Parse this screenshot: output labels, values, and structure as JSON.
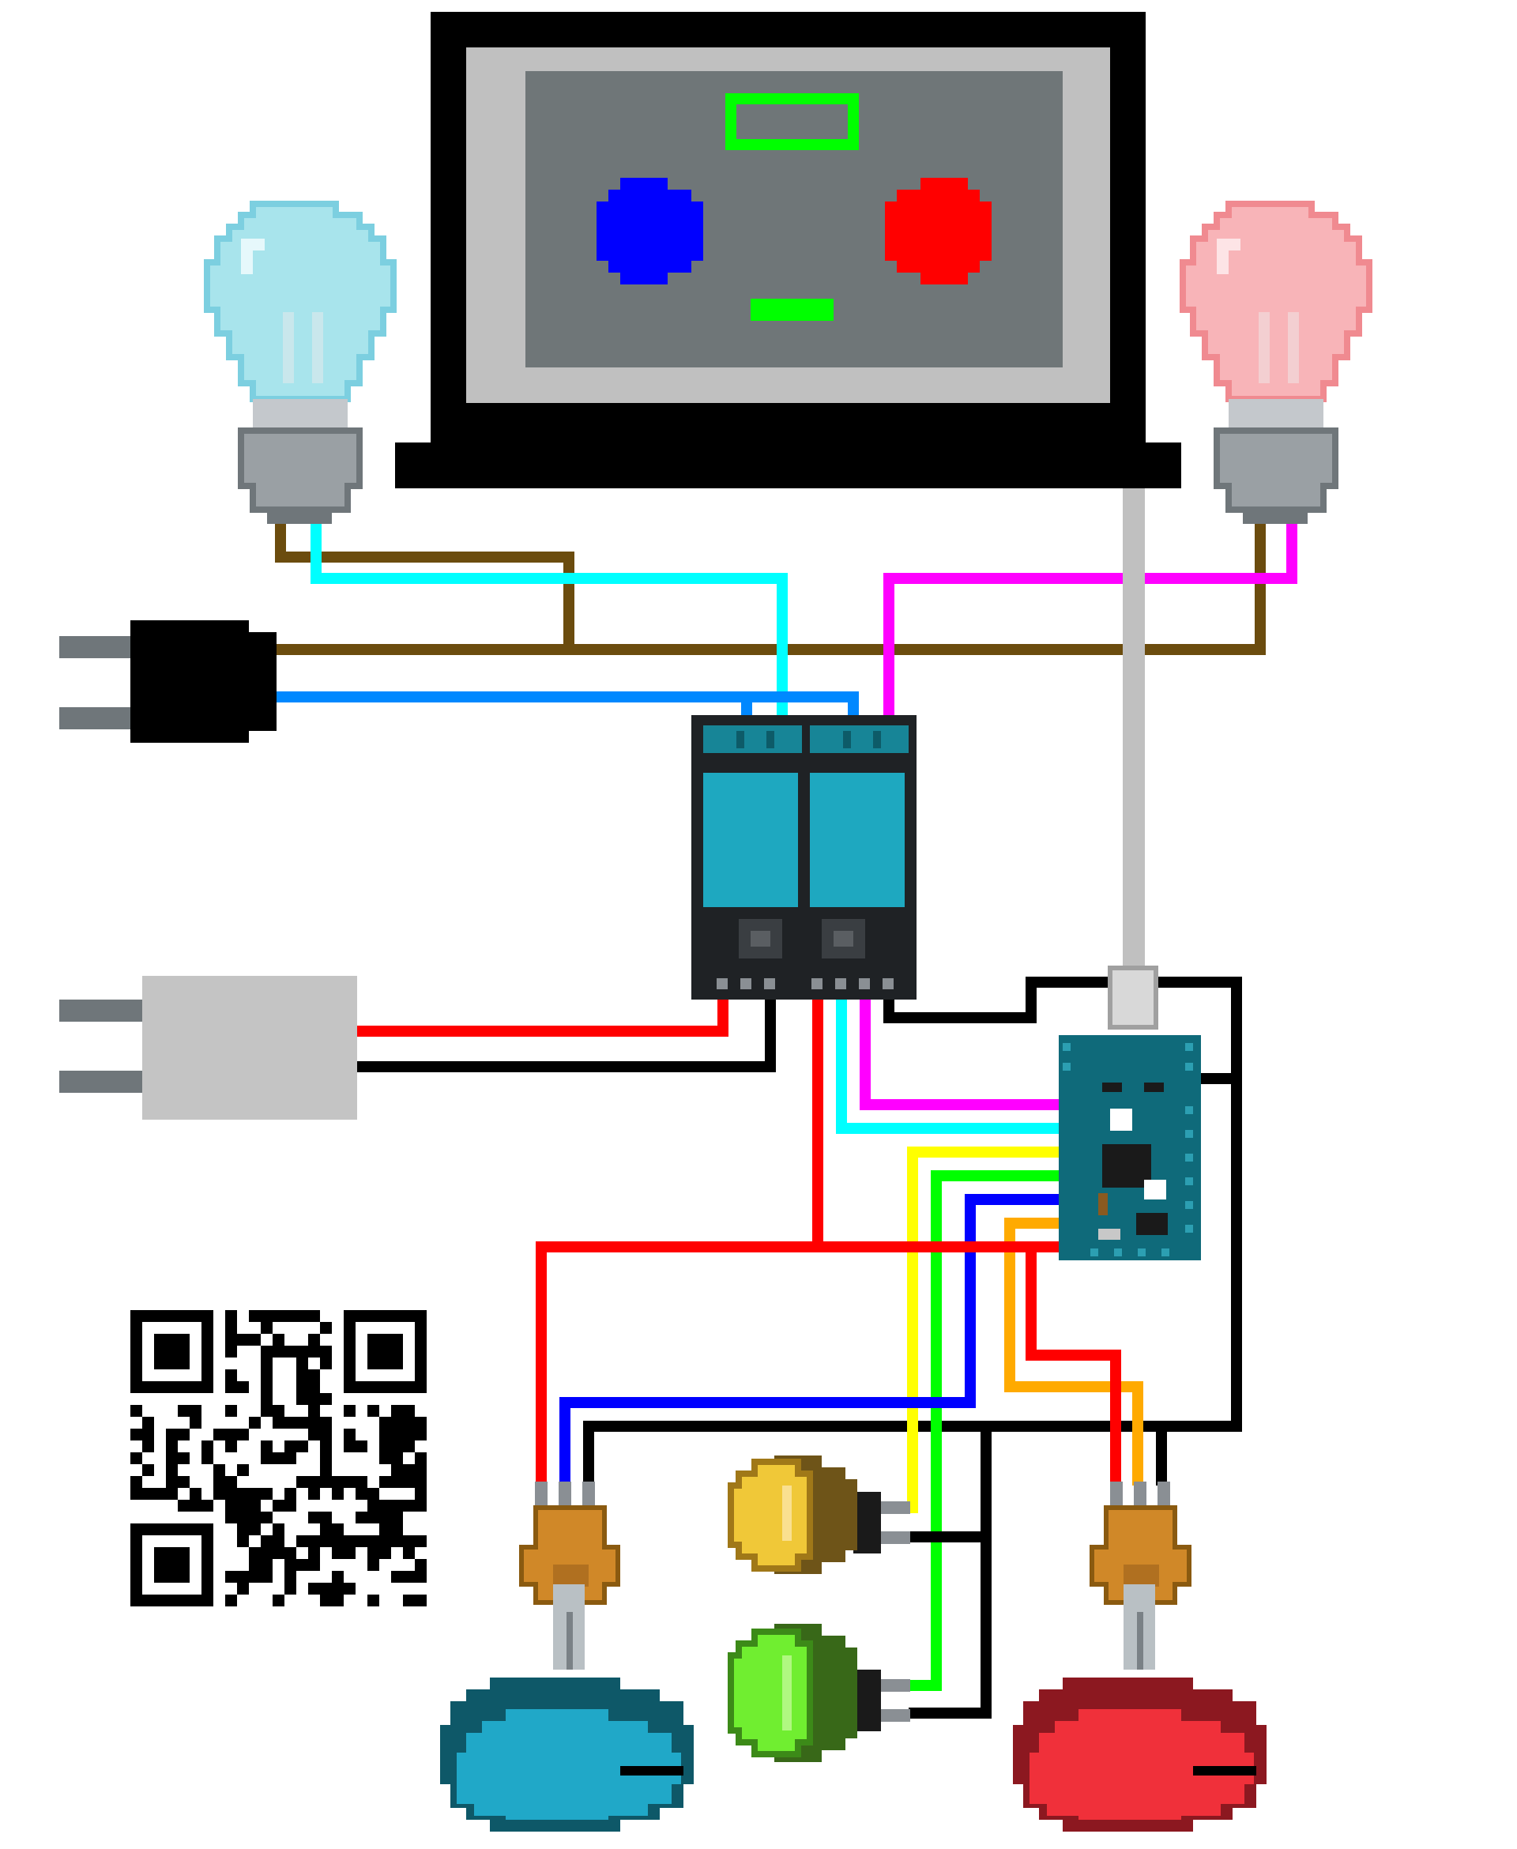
{
  "diagram": {
    "components": [
      "laptop",
      "bulb-blue",
      "bulb-red",
      "mains-plug",
      "power-adapter",
      "relay-module",
      "microcontroller",
      "qr-code",
      "potentiometer-left",
      "potentiometer-right",
      "button-yellow",
      "button-green",
      "knob-blue",
      "knob-red"
    ],
    "screen": {
      "left_dot": "blue",
      "right_dot": "red",
      "top_element": "green-rectangle-outline",
      "bottom_element": "green-bar"
    }
  },
  "colors": {
    "outline": "#000000",
    "laptop_bezel": "#c0c0c0",
    "screen": "#6f7678",
    "screen_green": "#00ff00",
    "dot_blue": "#0000ff",
    "dot_red": "#ff0000",
    "bulb_blue": "#a8e4ec",
    "bulb_red": "#f8b4b8",
    "bulb_base": "#9aa0a4",
    "wire_brown": "#6b4c0e",
    "wire_cyan": "#00ffff",
    "wire_magenta": "#ff00ff",
    "wire_blue": "#0088ff",
    "wire_red": "#ff0000",
    "wire_black": "#000000",
    "wire_yellow": "#ffff00",
    "wire_green": "#00ff00",
    "wire_dblue": "#0000ff",
    "wire_orange": "#ffaa00",
    "wire_gray": "#c0c0c0",
    "relay_body": "#1f2225",
    "relay_coil": "#1ea8c0",
    "mcu_board": "#0f6a7a",
    "adapter": "#c4c4c4",
    "pot_body": "#d08828",
    "knob_blue": "#20a8c8",
    "knob_red": "#f0303a",
    "button_yellow": "#f0c838",
    "button_green": "#70ee30"
  }
}
